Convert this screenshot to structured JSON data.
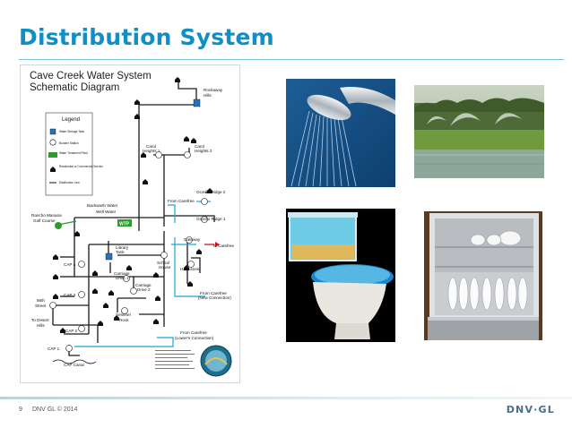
{
  "slide": {
    "title": "Distribution System",
    "page_number": "9",
    "footer": "DNV GL © 2014",
    "brand": "DNV·GL"
  },
  "schematic": {
    "title_line1": "Cave Creek Water System",
    "title_line2": "Schematic Diagram",
    "legend": {
      "heading": "Legend",
      "items": [
        "Water Storage Tank",
        "Booster Station",
        "Water Treatment Plant",
        "Residential or Commercial Service",
        "Distribution Line"
      ]
    },
    "labels": {
      "rockaway": "Rockaway",
      "hills": "Hills",
      "carol_h1": "Carol",
      "carol_h1b": "Heights 1",
      "carol_h2": "Carol",
      "carol_h2b": "Heights 2",
      "from_carefree": "From Carefree",
      "ocotillo2": "Ocotillo Ridge 2",
      "ocotillo1": "Ocotillo Ridge 1",
      "backwash": "Backwash Water",
      "well_water": "Well Water",
      "rancho": "Rancho Manana",
      "golf": "Golf Course",
      "gateway": "Gateway",
      "to_carefree": "To Carefree",
      "wtp": "WTP",
      "library": "Library",
      "tank": "Tank",
      "cap4": "CAP 4",
      "carriage1": "Carriage",
      "carriage1b": "Drive 1",
      "school": "School",
      "house": "House",
      "hawksnest": "Hawksnest",
      "carriage2": "Carriage",
      "carriage2b": "Drive 2",
      "cap3": "CAP 3",
      "from_carefree_new": "From Carefree",
      "new_connection": "(New Connection)",
      "sthstreet": "56th",
      "street": "Street",
      "sentinel": "Sentinel",
      "rock": "Rock",
      "to_desert": "To Desert",
      "hills2": "Hills",
      "cap2": "CAP 2",
      "from_carefree_lower": "From Carefree",
      "lowers_connection": "(Lower's Connection)",
      "cap1": "CAP 1",
      "cap_canal": "CAP Canal"
    }
  },
  "photos": [
    {
      "subject": "shower-head"
    },
    {
      "subject": "golf-course-sprinklers"
    },
    {
      "subject": "toilet"
    },
    {
      "subject": "dishwasher"
    }
  ],
  "colors": {
    "title_blue": "#0f8fc8",
    "pipe_black": "#1a1a1a",
    "pipe_cyan": "#16a6d8",
    "wtp_green": "#2e9a2e",
    "to_carefree_red": "#d01818"
  }
}
